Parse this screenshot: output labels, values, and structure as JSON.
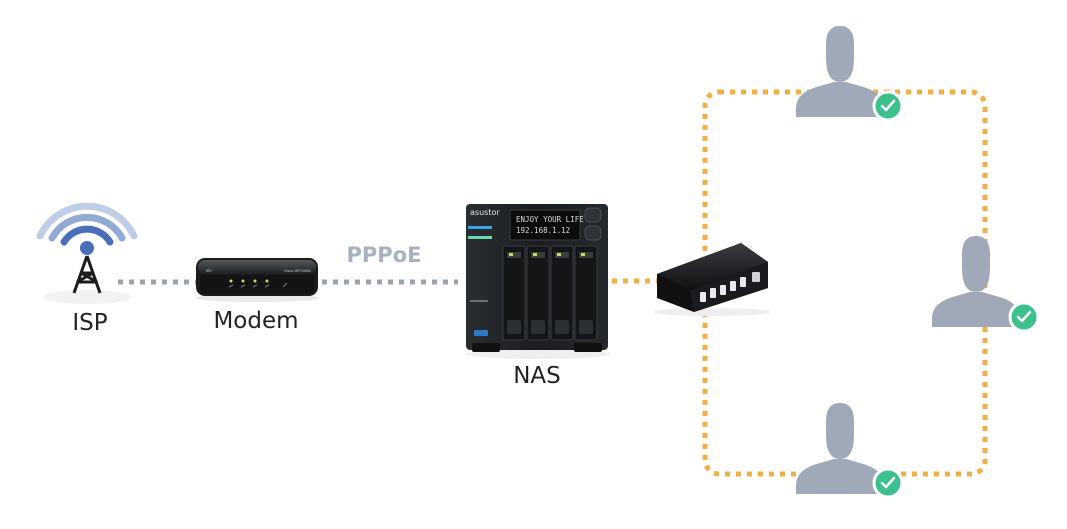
{
  "labels": {
    "isp": "ISP",
    "modem": "Modem",
    "nas": "NAS",
    "connection": "PPPoE"
  },
  "lcd": {
    "line1": "ENJOY YOUR LIFE",
    "line2": "192.168.1.12"
  },
  "nas_brand": "asustor",
  "colors": {
    "wan_link": "#9aa3b0",
    "lan_link": "#f3ad45",
    "user": "#9fa9b8",
    "check": "#3cc08c",
    "wave": "#4a6fb8",
    "label": "#222222",
    "connection_label": "#a8b1be"
  },
  "icons": {
    "isp": "antenna-tower-icon",
    "modem": "modem-icon",
    "nas": "nas-device-icon",
    "switch": "usb-hub-switch-icon",
    "user": "user-icon",
    "check": "check-icon"
  }
}
